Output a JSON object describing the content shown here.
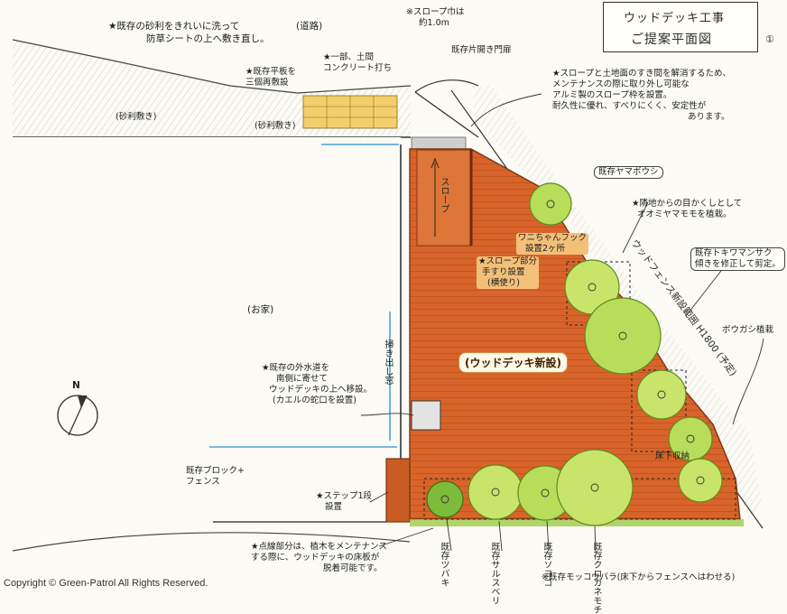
{
  "title": {
    "line1": "ウッドデッキ工事",
    "line2": "ご提案平面図",
    "sheet_no": "①"
  },
  "notes": {
    "gravel_top": [
      "★既存の砂利をきれいに洗って",
      "防草シートの上へ敷き直し。"
    ],
    "road_label": "(道路)",
    "slope_width": [
      "※スロープ巾は",
      "約1.0m"
    ],
    "existing_gate": "既存片開き門扉",
    "slope_note": [
      "★スロープと土地面のすき間を解消するため、",
      "メンテナンスの際に取り外し可能な",
      "アルミ製のスロープ枠を設置。",
      "耐久性に優れ、すべりにくく、安定性が",
      "あります。"
    ],
    "concrete": [
      "★一部、土間",
      "コンクリート打ち"
    ],
    "paving": [
      "★既存平板を",
      "三個再敷設"
    ],
    "gravel_left": "(砂利敷き)",
    "gravel_mid": "(砂利敷き)",
    "house": "(お家)",
    "wood_deck": "(ウッドデッキ新設)",
    "slope_vertical": "スロープ",
    "hooks": [
      "ワニちゃんフック",
      "設置2ヶ所"
    ],
    "handrail": [
      "★スロープ部分",
      "手すり設置",
      "(横使り)"
    ],
    "camellia_tree": "既存ヤマボウシ",
    "tree_screen": [
      "★隣地からの目かくしとして",
      "オオミヤマモモを植栽。"
    ],
    "fence": "ウッドフェンス新設範囲 H1800 (予定)",
    "maple": [
      "既存トキワマンサク",
      "傾きを修正して剪定。"
    ],
    "bougainvillea": "ボウガシ植栽",
    "water_tap": [
      "★既存の外水道を",
      "南側に寄せて",
      "ウッドデッキの上へ移設。",
      "(カエルの蛇口を設置)"
    ],
    "indoor_height": "掃き出し窓",
    "under_floor": "床下収納",
    "block_fence": [
      "既存ブロック+",
      "フェンス"
    ],
    "step": [
      "★ステップ1段",
      "設置"
    ],
    "dotted_note": [
      "★点線部分は、植木をメンテナンス",
      "する際に、ウッドデッキの床板が",
      "脱着可能です。"
    ],
    "tree_labels": [
      "既存ツバキ",
      "既存サルスベリ",
      "既存ソヨゴ",
      "既存クロガネモチ"
    ],
    "bottom_right": "※既存モッコウバラ(床下からフェンスへはわせる)",
    "north": "N"
  },
  "copyright": "Copyright © Green-Patrol All Rights Reserved.",
  "colors": {
    "deck": "#d9642a",
    "deck_dark": "#b4481a",
    "tree_fill": "#b7dd5a",
    "tree_edge": "#5d8a1c",
    "ground": "#c9c9c9",
    "paving": "#f2cf6a",
    "water": "#4aa3d8"
  }
}
